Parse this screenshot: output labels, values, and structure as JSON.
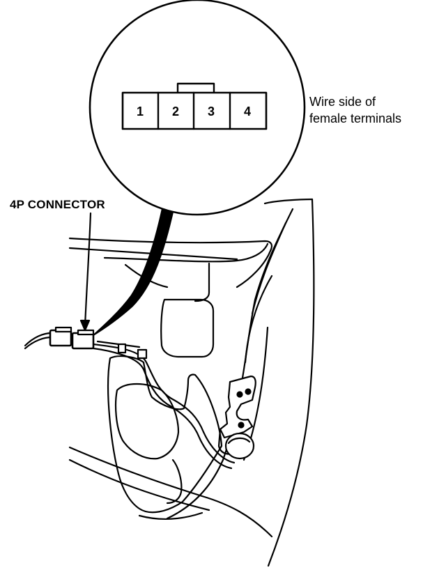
{
  "connector": {
    "pins": [
      "1",
      "2",
      "3",
      "4"
    ]
  },
  "labels": {
    "connector_callout": "4P CONNECTOR",
    "terminal_note_line1": "Wire side of",
    "terminal_note_line2": "female terminals"
  }
}
